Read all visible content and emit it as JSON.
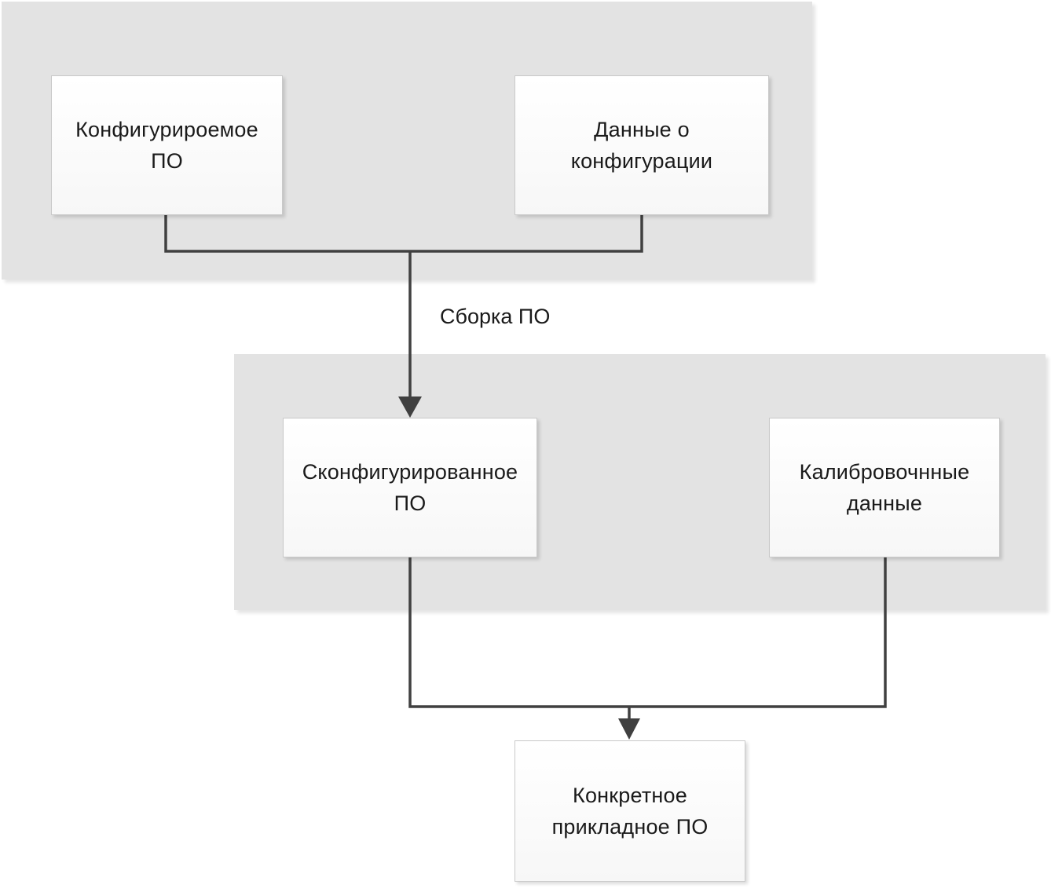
{
  "nodes": {
    "configurable_software": "Конфигурироемое\nПО",
    "configuration_data": "Данные о\nконфигурации",
    "configured_software": "Сконфигурированное\nПО",
    "calibration_data": "Калибровочнные\nданные",
    "specific_application_software": "Конкретное\nприкладное ПО"
  },
  "edges": {
    "build_label": "Сборка ПО"
  },
  "colors": {
    "group_fill": "#e3e3e3",
    "node_fill": "#ffffff",
    "connector": "#404040"
  }
}
